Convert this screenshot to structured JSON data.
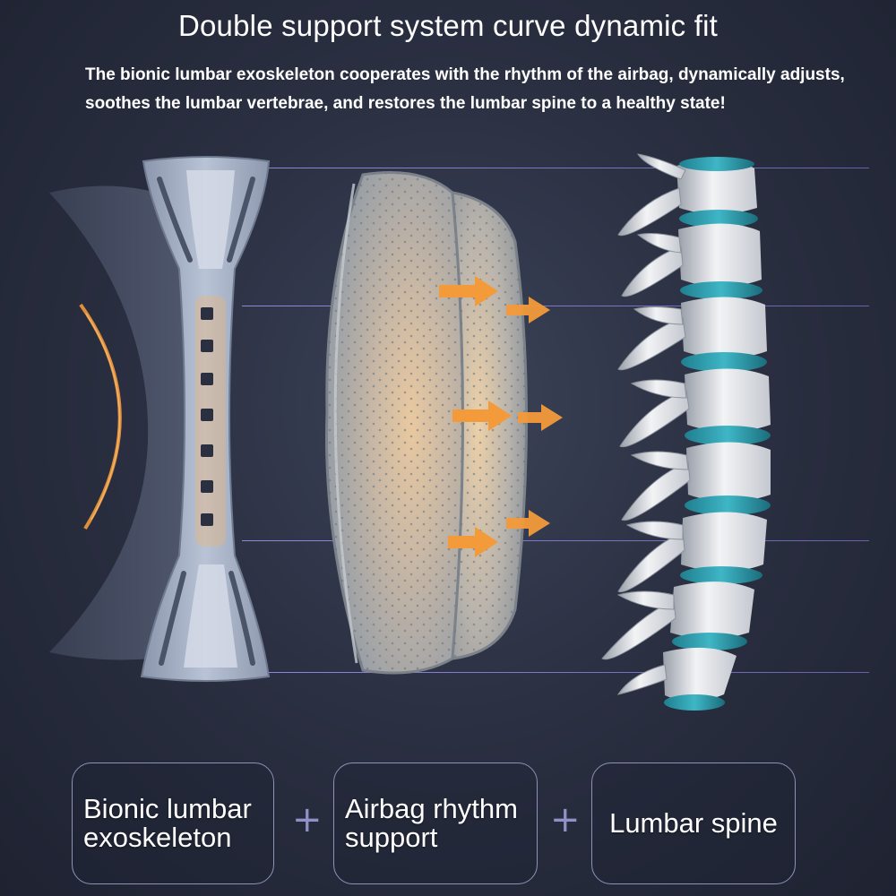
{
  "header": {
    "title": "Double support system curve dynamic fit",
    "subtitle": "The bionic lumbar exoskeleton cooperates with the rhythm of the airbag, dynamically adjusts, soothes the lumbar vertebrae, and restores the lumbar spine to a healthy state!"
  },
  "components": [
    {
      "label": "Bionic lumbar exoskeleton"
    },
    {
      "label": "Airbag rhythm support"
    },
    {
      "label": "Lumbar spine"
    }
  ],
  "operator": "+",
  "colors": {
    "accent_orange": "#f39a3a",
    "guide_line": "#8f86e0",
    "spine_disc": "#2fa3b3",
    "box_border": "#8d92b8"
  }
}
